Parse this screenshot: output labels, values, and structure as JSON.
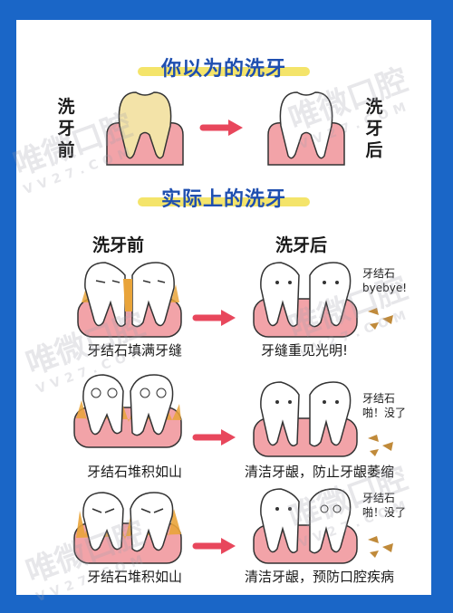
{
  "section1": {
    "title": "你以为的洗牙",
    "before_label": "洗牙前",
    "after_label": "洗牙后"
  },
  "section2": {
    "title": "实际上的洗牙",
    "col_before": "洗牙前",
    "col_after": "洗牙后",
    "rows": [
      {
        "before_caption": "牙结石填满牙缝",
        "after_caption": "牙缝重见光明!",
        "note_line1": "牙结石",
        "note_line2": "byebye!"
      },
      {
        "before_caption": "牙结石堆积如山",
        "after_caption": "清洁牙龈，防止牙龈萎缩",
        "note_line1": "牙结石",
        "note_line2": "啪！没了"
      },
      {
        "before_caption": "牙结石堆积如山",
        "after_caption": "清洁牙龈，预防口腔疾病",
        "note_line1": "牙结石",
        "note_line2": "啪！没了"
      }
    ]
  },
  "watermark": {
    "text": "唯微口腔",
    "sub": "VV27.COM"
  },
  "colors": {
    "border": "#1a66c7",
    "title": "#1f4fb0",
    "highlight": "#f4e46a",
    "gum": "#f2a3a8",
    "tartar": "#e9a43a",
    "arrow": "#e8475c"
  }
}
